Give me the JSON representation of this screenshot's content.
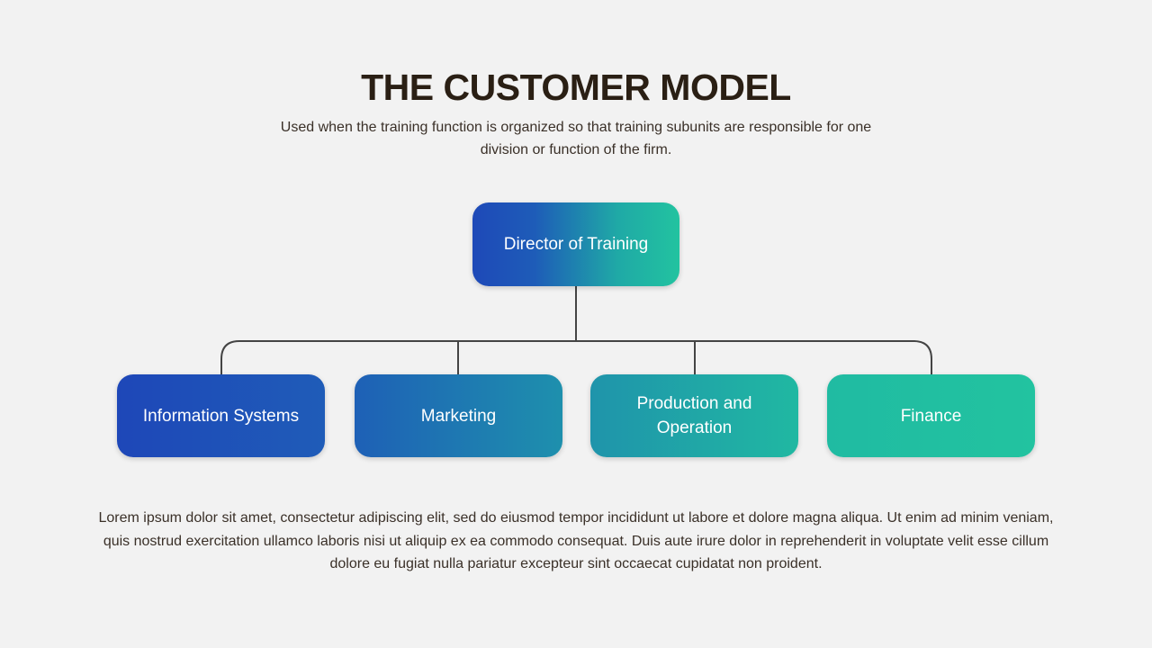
{
  "header": {
    "title": "THE CUSTOMER MODEL",
    "subtitle": "Used when the training function is organized so that training subunits are responsible for one division or function of the firm."
  },
  "org_chart": {
    "root": {
      "label": "Director of Training"
    },
    "children": [
      {
        "label": "Information Systems"
      },
      {
        "label": "Marketing"
      },
      {
        "label": "Production and Operation"
      },
      {
        "label": "Finance"
      }
    ]
  },
  "body": {
    "text": "Lorem ipsum dolor sit amet, consectetur adipiscing elit, sed do eiusmod tempor incididunt ut labore et dolore magna aliqua. Ut enim ad minim veniam, quis nostrud exercitation ullamco laboris nisi ut aliquip ex ea commodo consequat. Duis aute irure dolor in reprehenderit in voluptate velit esse cillum dolore eu fugiat nulla pariatur excepteur sint occaecat cupidatat non proident."
  },
  "colors": {
    "background": "#f2f2f2",
    "title": "#2a1f14",
    "gradient_start": "#1e47b8",
    "gradient_end": "#22c3a0",
    "connector": "#444444"
  }
}
